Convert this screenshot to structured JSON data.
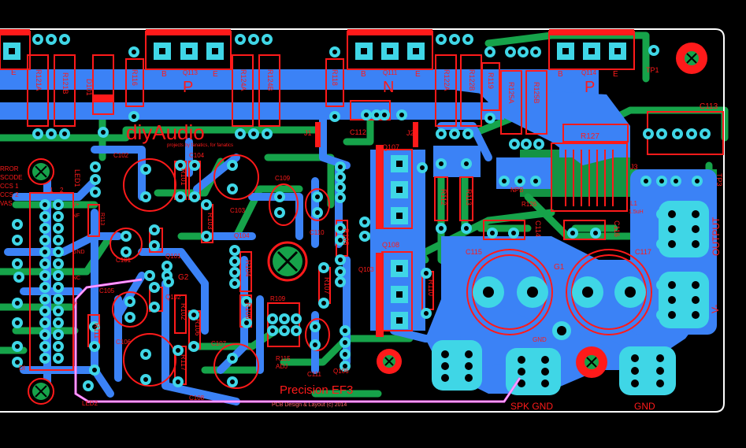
{
  "colors": {
    "background": "#000000",
    "board_outline": "#ffffff",
    "top_copper": "#3b82f6",
    "bottom_copper": "#16a34a",
    "silkscreen": "#ff1a1a",
    "pad": "#3fd6e6",
    "pad_hole": "#000000",
    "keepout": "#ff33ff"
  },
  "brand": {
    "logo": "diyAudio",
    "tagline": "projects by fanatics, for fanatics"
  },
  "board": {
    "title": "Precision EF3",
    "credit": "PCB Design & Layout (c) 2014"
  },
  "left_labels": {
    "e1": "E",
    "error": "RROR",
    "cascode": "SCODE",
    "ccs1": "CCS 1",
    "ccs2": "CCS 2",
    "vas": "VAS",
    "hdr1": "1",
    "hdr2": "2",
    "vplus": "V+",
    "nf": "NF",
    "gnd": "GND",
    "nc": "NC",
    "vminus": "V-",
    "di": "DI"
  },
  "transistors": {
    "q113": {
      "ref": "Q113",
      "type": "P",
      "b": "B",
      "e": "E"
    },
    "q111": {
      "ref": "Q111",
      "type": "N",
      "b": "B",
      "e": "E"
    },
    "q114": {
      "ref": "Q114",
      "type": "P",
      "b": "B",
      "e": "E"
    },
    "q107": "Q107",
    "q108": "Q108",
    "q103": "Q103",
    "q104": "Q104",
    "q101": "Q101",
    "q102": "Q102",
    "q106": "Q106"
  },
  "resistors": {
    "r121a": "R121A",
    "r121b": "R121B",
    "r124a": "R124A",
    "r124b": "R124B",
    "r122a": "R122A",
    "r122b": "R122B",
    "r125a": "R125A",
    "r125b": "R125B",
    "r116": "R116",
    "r118": "R118",
    "r119": "R119",
    "r127": "R127",
    "r126": "R126",
    "r112": "R112",
    "r113": "R113",
    "r110": "R110",
    "r105": "R105",
    "r108": "R108",
    "r107": "R107",
    "r109": "R109",
    "r104": "R104",
    "r103": "R103",
    "r101": "R101",
    "r102": "R102",
    "r111": "R111",
    "r115": "R115",
    "r117": "R117",
    "r106": "R106"
  },
  "caps": {
    "c113": "C113",
    "c112": "C112",
    "c102": "C102",
    "c104": "C104",
    "c103": "C103",
    "c109": "C109",
    "c110": "C110",
    "c101": "C101",
    "c105": "C105",
    "c106": "C106",
    "c107": "C107",
    "c108": "C108",
    "c111": "C111",
    "c114": "C114",
    "c115": "C115",
    "c116": "C116",
    "c117": "C117"
  },
  "misc": {
    "d101": "D101",
    "tp1": "TP1",
    "tp3": "TP3",
    "j1": "J1",
    "j2": "J2",
    "j3": "J3",
    "l1": "L1",
    "l1_val": "1.5uH",
    "npn": "NPB",
    "led1": "LED1",
    "led2": "LED2",
    "g1": "G1",
    "g2": "G2",
    "adj": "ADJ",
    "b": "B",
    "output": "OUTPUT",
    "spk_gnd": "SPK GND",
    "gnd": "GND",
    "vminus_right": "V-",
    "r113s": "R113"
  }
}
